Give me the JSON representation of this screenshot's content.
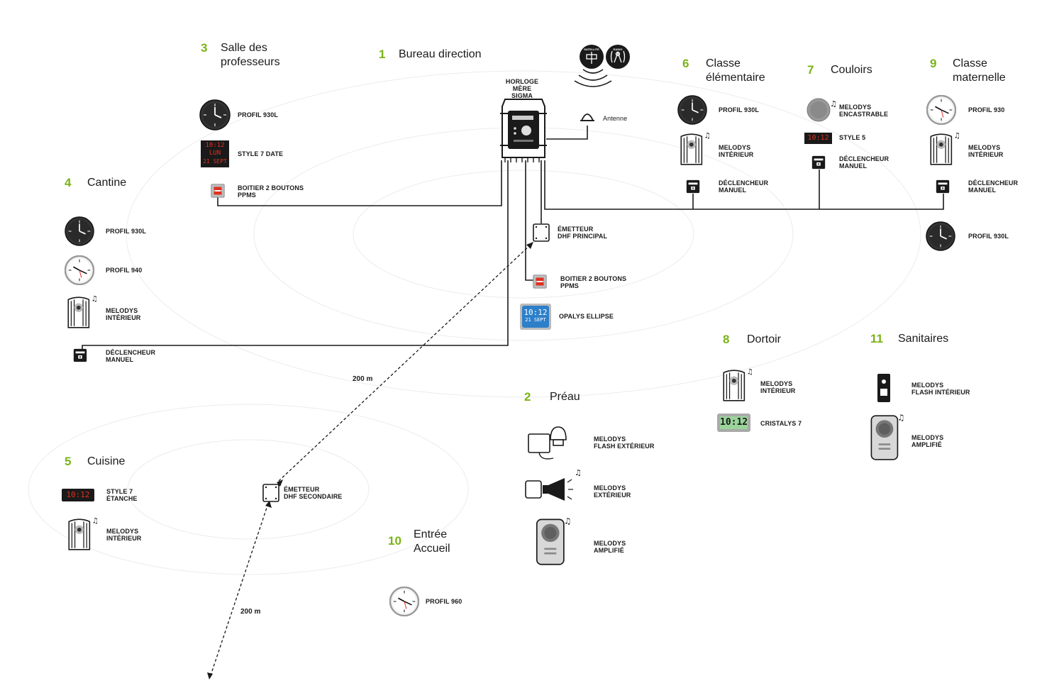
{
  "sections": [
    {
      "id": "s3",
      "num": "3",
      "title": "Salle des\nprofesseurs"
    },
    {
      "id": "s1",
      "num": "1",
      "title": "Bureau direction"
    },
    {
      "id": "s6",
      "num": "6",
      "title": "Classe\nélémentaire"
    },
    {
      "id": "s7",
      "num": "7",
      "title": "Couloirs"
    },
    {
      "id": "s9",
      "num": "9",
      "title": "Classe\nmaternelle"
    },
    {
      "id": "s4",
      "num": "4",
      "title": "Cantine"
    },
    {
      "id": "s8",
      "num": "8",
      "title": "Dortoir"
    },
    {
      "id": "s11",
      "num": "11",
      "title": "Sanitaires"
    },
    {
      "id": "s2",
      "num": "2",
      "title": "Préau"
    },
    {
      "id": "s5",
      "num": "5",
      "title": "Cuisine"
    },
    {
      "id": "s10",
      "num": "10",
      "title": "Entrée\nAccueil"
    }
  ],
  "labels": {
    "master": "HORLOGE MÈRE\nSIGMA",
    "antenna": "Antenne",
    "sat_badge": "SATELLITE",
    "radio_badge": "RADIO",
    "s3_profil": "PROFIL 930L",
    "s3_style7": "STYLE 7 DATE",
    "s3_boitier": "BOITIER 2 BOUTONS\nPPMS",
    "s4_profil930l": "PROFIL 930L",
    "s4_profil940": "PROFIL 940",
    "s4_melodys": "MELODYS\nINTÉRIEUR",
    "s4_declencheur": "DÉCLENCHEUR\nMANUEL",
    "emetteur_principal": "ÉMETTEUR\nDHF PRINCIPAL",
    "s1_boitier": "BOITIER 2 BOUTONS\nPPMS",
    "s1_opalys": "OPALYS ELLIPSE",
    "s6_profil": "PROFIL 930L",
    "s6_melodys": "MELODYS\nINTÉRIEUR",
    "s6_declencheur": "DÉCLENCHEUR\nMANUEL",
    "s7_melodys": "MELODYS\nENCASTRABLE",
    "s7_style5": "STYLE 5",
    "s7_declencheur": "DÉCLENCHEUR\nMANUEL",
    "s9_profil930": "PROFIL 930",
    "s9_melodys": "MELODYS\nINTÉRIEUR",
    "s9_declencheur": "DÉCLENCHEUR\nMANUEL",
    "s9_profil930l": "PROFIL 930L",
    "s8_melodys": "MELODYS\nINTÉRIEUR",
    "s8_cristalys": "CRISTALYS 7",
    "s11_flash": "MELODYS\nFLASH INTÉRIEUR",
    "s11_ampli": "MELODYS\nAMPLIFIÉ",
    "s2_flash": "MELODYS\nFLASH EXTÉRIEUR",
    "s2_exterieur": "MELODYS\nEXTÉRIEUR",
    "s2_ampli": "MELODYS\nAMPLIFIÉ",
    "s5_style7": "STYLE 7\nÉTANCHE",
    "s5_melodys": "MELODYS\nINTÉRIEUR",
    "emetteur_secondaire": "ÉMETTEUR\nDHF SECONDAIRE",
    "s10_profil": "PROFIL 960",
    "dist1": "200 m",
    "dist2": "200 m"
  },
  "displays": {
    "style7_date_time": "10:12",
    "style7_date_day": "LUN",
    "style7_date_date": "21 SEPT",
    "style5_time": "10:12",
    "style7_etanche_time": "10:12",
    "cristalys_time": "10:12",
    "opalys_time": "10:12",
    "opalys_date": "21 SEPT"
  },
  "colors": {
    "accent": "#7ab317",
    "line": "#1a1a1a",
    "led": "#e03020",
    "lcd": "#9bd49b",
    "opalys": "#2d7fc9"
  }
}
